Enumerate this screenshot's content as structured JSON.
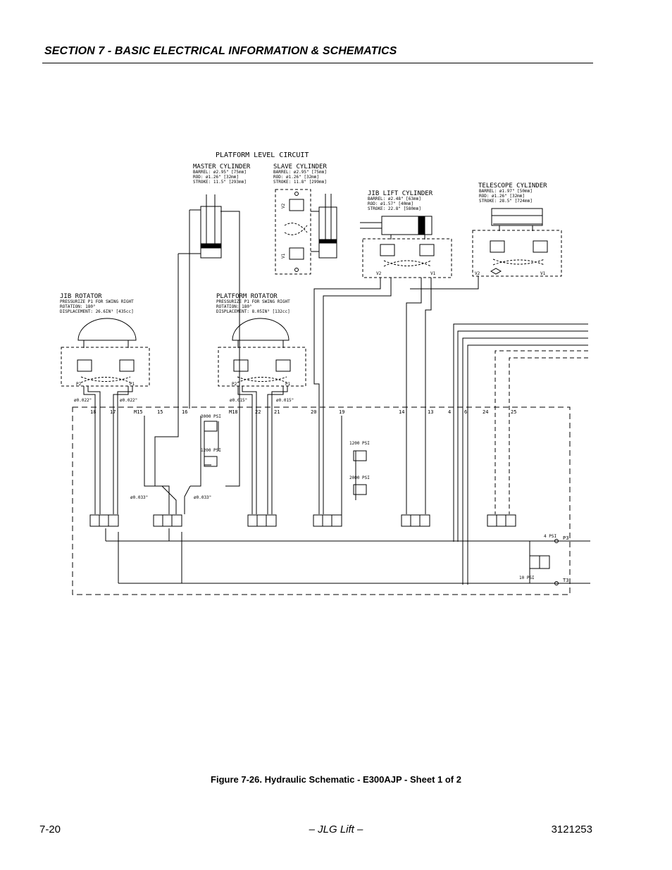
{
  "header": {
    "section_title": "SECTION 7 - BASIC ELECTRICAL INFORMATION & SCHEMATICS"
  },
  "schematic": {
    "platform_level": {
      "title": "PLATFORM LEVEL CIRCUIT",
      "master": {
        "title": "MASTER CYLINDER",
        "l1": "BARREL:   ø2.95\" [75mm]",
        "l2": "ROD:      ø1.26\" [32mm]",
        "l3": "STROKE:   11.5\" [293mm]"
      },
      "slave": {
        "title": "SLAVE CYLINDER",
        "l1": "BARREL:   ø2.95\" [75mm]",
        "l2": "ROD:      ø1.26\" [32mm]",
        "l3": "STROKE:   11.8\" [299mm]"
      }
    },
    "jib_lift": {
      "title": "JIB LIFT CYLINDER",
      "l1": "BARREL:   ø2.48\" [63mm]",
      "l2": "ROD:      ø1.57\" [40mm]",
      "l3": "STROKE:   22.8\" [580mm]"
    },
    "telescope": {
      "title": "TELESCOPE CYLINDER",
      "l1": "BARREL:   ø1.97\" [50mm]",
      "l2": "ROD:      ø1.26\" [32mm]",
      "l3": "STROKE:   28.5\" [724mm]"
    },
    "jib_rotator": {
      "title": "JIB ROTATOR",
      "l1": "PRESSURIZE P1 FOR SWING RIGHT",
      "l2": "ROTATION: 180°",
      "l3": "DISPLACEMENT: 26.6IN³ [435cc]"
    },
    "platform_rotator": {
      "title": "PLATFORM ROTATOR",
      "l1": "PRESSURIZE P1 FOR SWING RIGHT",
      "l2": "ROTATION: 180°",
      "l3": "DISPLACEMENT: 8.05IN³ [132cc]"
    },
    "orifices": {
      "o1": "ø0.022\"",
      "o2": "ø0.022\"",
      "o3": "ø0.015\"",
      "o4": "ø0.015\"",
      "o5": "ø0.033\"",
      "o6": "ø0.033\""
    },
    "relief": {
      "r3000": "3000 PSI",
      "r1200a": "1200 PSI",
      "r1200b": "1200 PSI",
      "r2000": "2000 PSI",
      "r4": "4 PSI",
      "r10": "10 PSI"
    },
    "ports": {
      "v1": "V1",
      "v2": "V2",
      "p1": "P1",
      "p2": "P2",
      "p3": "P3",
      "t3": "T3",
      "n18": "18",
      "n17": "17",
      "m15": "M15",
      "n15": "15",
      "n16": "16",
      "m18": "M18",
      "n22": "22",
      "n21": "21",
      "n20": "20",
      "n19": "19",
      "n14": "14",
      "n13": "13",
      "n4": "4",
      "n6": "6",
      "n24": "24",
      "n25": "25"
    }
  },
  "caption": "Figure 7-26.  Hydraulic Schematic - E300AJP - Sheet 1 of 2",
  "footer": {
    "page": "7-20",
    "center": "– JLG Lift –",
    "doc_number": "3121253"
  }
}
